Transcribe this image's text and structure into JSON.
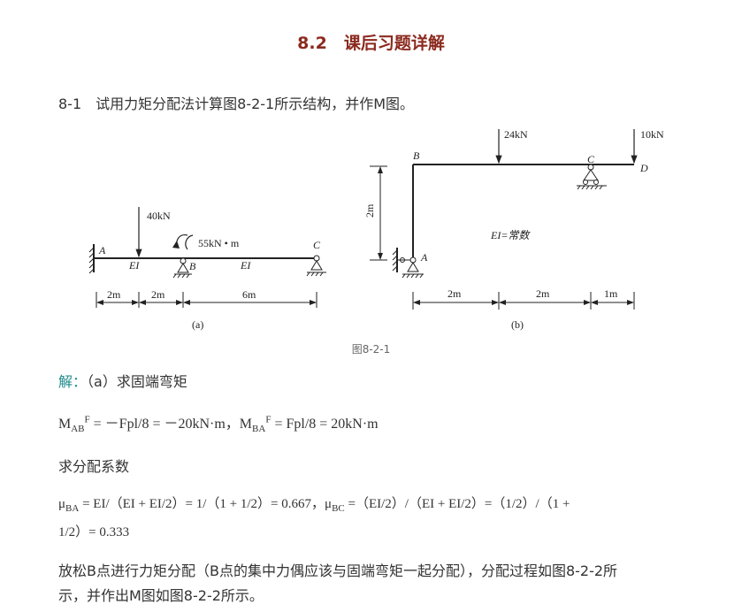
{
  "title": "8.2　课后习题详解",
  "problem": "8-1　试用力矩分配法计算图8-2-1所示结构，并作M图。",
  "figure": {
    "caption": "图8-2-1",
    "a": {
      "label": "(a)",
      "load1": "40kN",
      "moment": "55kN • m",
      "A": "A",
      "B": "B",
      "C": "C",
      "EI1": "EI",
      "EI2": "EI",
      "d1": "2m",
      "d2": "2m",
      "d3": "6m"
    },
    "b": {
      "label": "(b)",
      "load1": "24kN",
      "load2": "10kN",
      "A": "A",
      "B": "B",
      "C": "C",
      "D": "D",
      "height": "2m",
      "ei": "EI=常数",
      "d1": "2m",
      "d2": "2m",
      "d3": "1m"
    }
  },
  "solution_label": "解：",
  "solution_part": "（a）求固端弯矩",
  "fem": {
    "pre": "M",
    "sub1": "AB",
    "sup1": "F",
    "mid": " = －Fpl/8 = －20kN·m，M",
    "sub2": "BA",
    "sup2": "F",
    "post": " = Fpl/8 = 20kN·m"
  },
  "dist_heading": "求分配系数",
  "mu": {
    "p1": "μ",
    "s1": "BA",
    "p2": " = EI/（EI + EI/2）= 1/（1 + 1/2）= 0.667，μ",
    "s2": "BC",
    "p3": " =（EI/2）/（EI + EI/2）=（1/2）/（1 +",
    "line2": "1/2）= 0.333"
  },
  "release_1": "放松B点进行力矩分配（B点的集中力偶应该与固端弯矩一起分配），分配过程如图8-2-2所",
  "release_2": "示，并作出M图如图8-2-2所示。"
}
